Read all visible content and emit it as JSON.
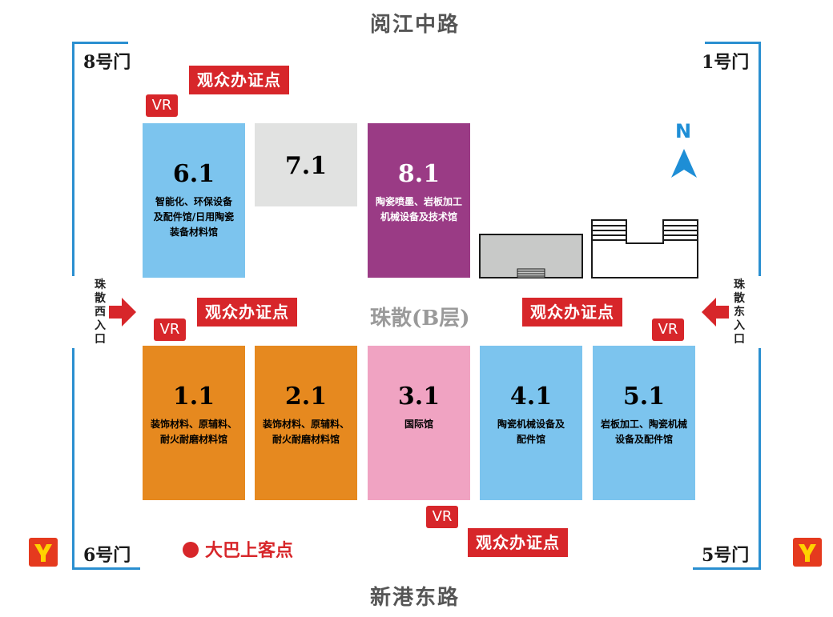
{
  "roads": {
    "north": "阅江中路",
    "south": "新港东路"
  },
  "gates": {
    "nw": "8号门",
    "ne": "1号门",
    "sw": "6号门",
    "se": "5号门"
  },
  "entrances": {
    "west": "珠散西入口",
    "east": "珠散东入口"
  },
  "compass": "N",
  "center_label": "珠散(B层)",
  "registration_label": "观众办证点",
  "vr_label": "VR",
  "bus_label": "大巴上客点",
  "halls": [
    {
      "id": "6.1",
      "desc": "智能化、环保设备\n及配件馆/日用陶瓷\n装备材料馆",
      "color": "#7cc4ee",
      "text_color": "#1a1a1a"
    },
    {
      "id": "7.1",
      "desc": "",
      "color": "#e1e2e1",
      "text_color": "#1a1a1a"
    },
    {
      "id": "8.1",
      "desc": "陶瓷喷墨、岩板加工\n机械设备及技术馆",
      "color": "#9a3b85",
      "text_color": "#ffffff"
    },
    {
      "id": "1.1",
      "desc": "装饰材料、原辅料、\n耐火耐磨材料馆",
      "color": "#e6891f",
      "text_color": "#1a1a1a"
    },
    {
      "id": "2.1",
      "desc": "装饰材料、原辅料、\n耐火耐磨材料馆",
      "color": "#e6891f",
      "text_color": "#1a1a1a"
    },
    {
      "id": "3.1",
      "desc": "国际馆",
      "color": "#f0a3c2",
      "text_color": "#1a1a1a"
    },
    {
      "id": "4.1",
      "desc": "陶瓷机械设备及\n配件馆",
      "color": "#7cc4ee",
      "text_color": "#1a1a1a"
    },
    {
      "id": "5.1",
      "desc": "岩板加工、陶瓷机械\n设备及配件馆",
      "color": "#7cc4ee",
      "text_color": "#1a1a1a"
    }
  ],
  "colors": {
    "accent_red": "#d7262a",
    "frame_blue": "#2a8fd0",
    "compass_blue": "#1e8ed6",
    "metro_red": "#e53a1e",
    "metro_yellow": "#ffd200"
  }
}
